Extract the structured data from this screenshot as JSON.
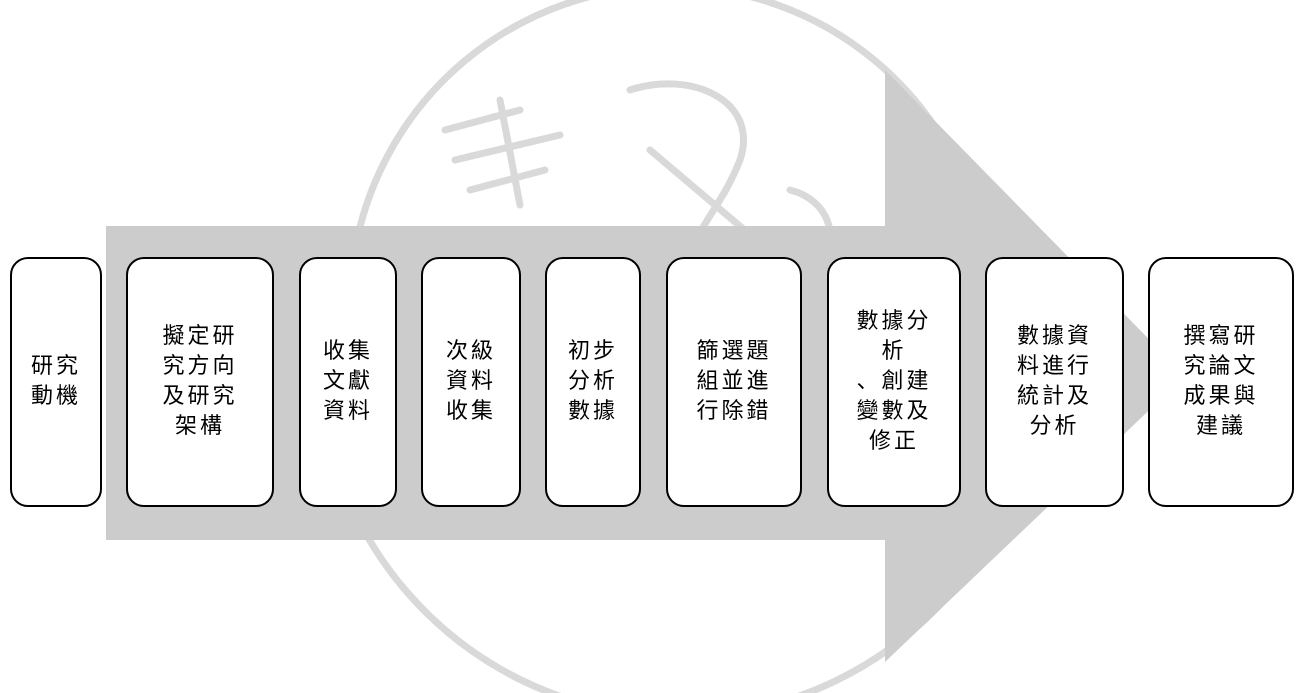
{
  "diagram": {
    "arrow_color": "#cccccc",
    "watermark_color": "#d9d9d9",
    "box_border_color": "#000000",
    "steps": [
      {
        "label": "研究\n動機"
      },
      {
        "label": "擬定研\n究方向\n及研究\n架構"
      },
      {
        "label": "收集\n文獻\n資料"
      },
      {
        "label": "次級\n資料\n收集"
      },
      {
        "label": "初步\n分析\n數據"
      },
      {
        "label": "篩選題\n組並進\n行除錯"
      },
      {
        "label": "數據分\n析\n、創建\n變數及\n修正"
      },
      {
        "label": "數據資\n料進行\n統計及\n分析"
      },
      {
        "label": "撰寫研\n究論文\n成果與\n建議"
      }
    ]
  }
}
